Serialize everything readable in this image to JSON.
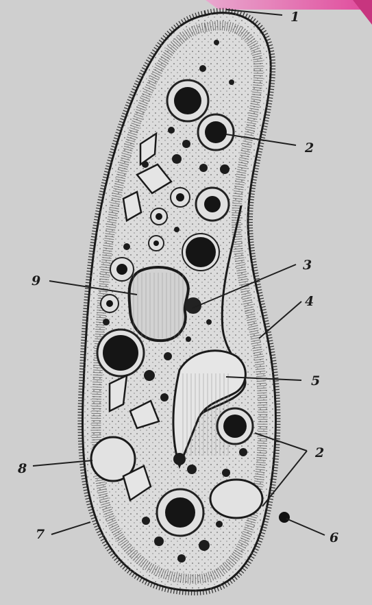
{
  "figure": {
    "labels": {
      "l1": "1",
      "l2a": "2",
      "l2b": "2",
      "l3": "3",
      "l4": "4",
      "l5": "5",
      "l6": "6",
      "l7": "7",
      "l8": "8",
      "l9": "9"
    }
  },
  "colors": {
    "background": "#cfcfcf",
    "cell_fill": "#dcdcdc",
    "outline": "#1a1a1a",
    "corner_accent": "#e0499b"
  }
}
